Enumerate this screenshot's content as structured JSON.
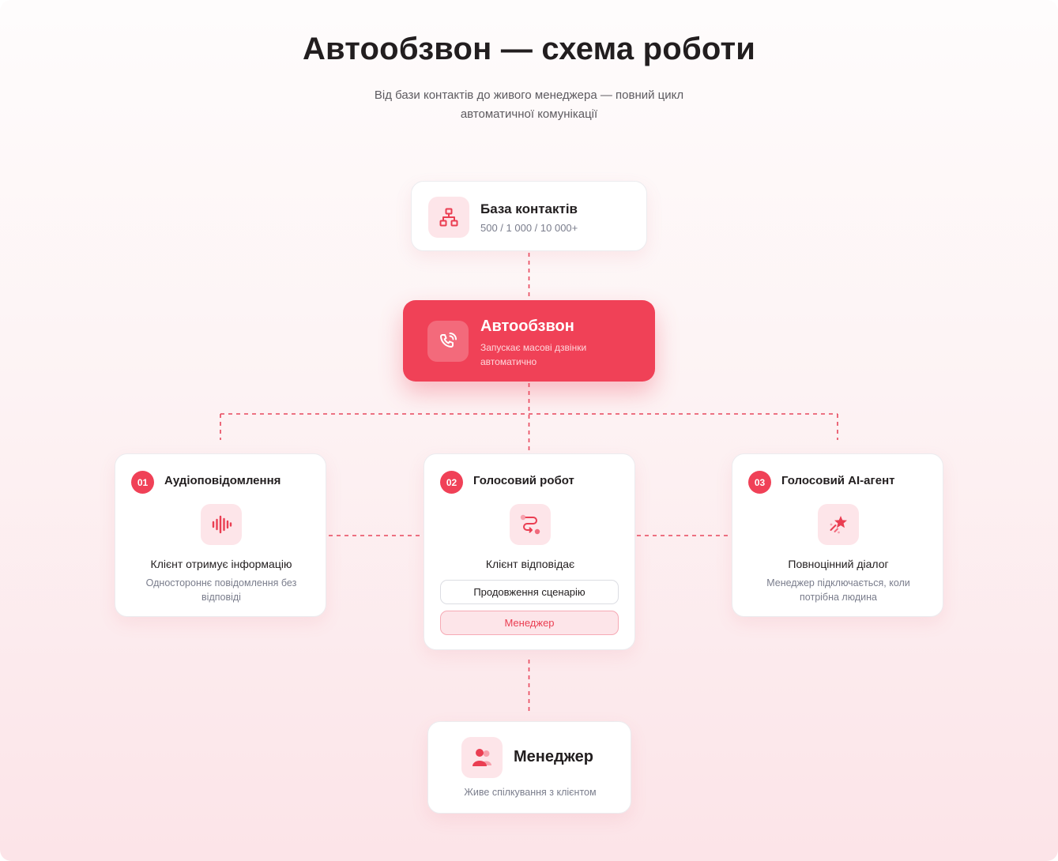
{
  "header": {
    "title": "Автообзвон — схема роботи",
    "subtitle_line1": "Від бази контактів до живого менеджера — повний цикл",
    "subtitle_line2": "автоматичної комунікації"
  },
  "colors": {
    "accent": "#f04157",
    "accent_soft": "#fde5e9",
    "text_dark": "#221e1f",
    "text_muted": "#7a7d8c"
  },
  "nodes": {
    "base": {
      "icon": "sitemap-icon",
      "title": "База контактів",
      "subtitle": "500 / 1 000 / 10 000+"
    },
    "autodial": {
      "icon": "phone-ringing-icon",
      "title": "Автообзвон",
      "subtitle": "Запускає масові дзвінки автоматично"
    },
    "steps": [
      {
        "number": "01",
        "title": "Аудіоповідомлення",
        "icon": "audio-wave-icon",
        "headline": "Клієнт отримує інформацію",
        "description": "Одностороннє повідомлення без відповіді"
      },
      {
        "number": "02",
        "title": "Голосовий робот",
        "icon": "route-icon",
        "headline": "Клієнт відповідає",
        "options": [
          "Продовження сценарію",
          "Менеджер"
        ]
      },
      {
        "number": "03",
        "title": "Голосовий AI-агент",
        "icon": "sparkle-star-icon",
        "headline": "Повноцінний діалог",
        "description": "Менеджер підключається, коли потрібна людина"
      }
    ],
    "manager": {
      "icon": "users-icon",
      "title": "Менеджер",
      "subtitle": "Живе спілкування з клієнтом"
    }
  }
}
